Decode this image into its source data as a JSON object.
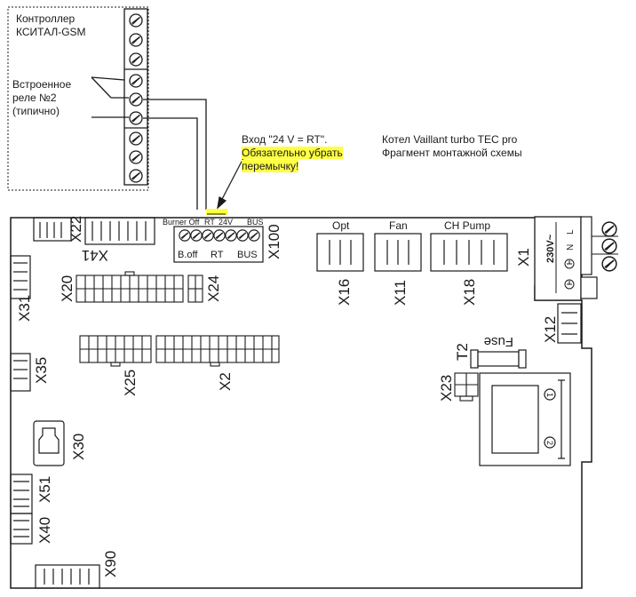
{
  "controller": {
    "title_line1": "Контроллер",
    "title_line2": "КСИТАЛ-GSM",
    "relay_line1": "Встроенное",
    "relay_line2": "реле №2",
    "relay_line3": "(типично)"
  },
  "annotation": {
    "input_text": "Вход \"24 V = RT\".",
    "warning_line1": "Обязательно убрать",
    "warning_line2": "перемычку!",
    "highlight_color": "#ffff44"
  },
  "boiler": {
    "title_line1": "Котел Vaillant turbo TEC pro",
    "title_line2": "Фрагмент монтажной схемы"
  },
  "board": {
    "x100_top": {
      "burner_off": "Burner Off",
      "rt": "RT",
      "v24": "24V",
      "bus": "BUS"
    },
    "x100_bottom": {
      "boff": "B.off",
      "rt": "RT",
      "bus": "BUS"
    },
    "labels": {
      "x22": "X22",
      "x41": "X41",
      "x100": "X100",
      "x20": "X20",
      "x24": "X24",
      "x31": "X31",
      "x35": "X35",
      "x25": "X25",
      "x2": "X2",
      "x30": "X30",
      "x51": "X51",
      "x40": "X40",
      "x90": "X90",
      "x16": "X16",
      "x11": "X11",
      "x18": "X18",
      "x1": "X1",
      "x12": "X12",
      "x23": "X23",
      "t2": "T2",
      "fuse": "Fuse"
    },
    "opt": "Opt",
    "fan": "Fan",
    "ch_pump": "CH Pump",
    "mains": {
      "voltage": "230V~",
      "n": "N",
      "l": "L"
    },
    "transformer": {
      "p1": "1",
      "p2": "2"
    }
  }
}
